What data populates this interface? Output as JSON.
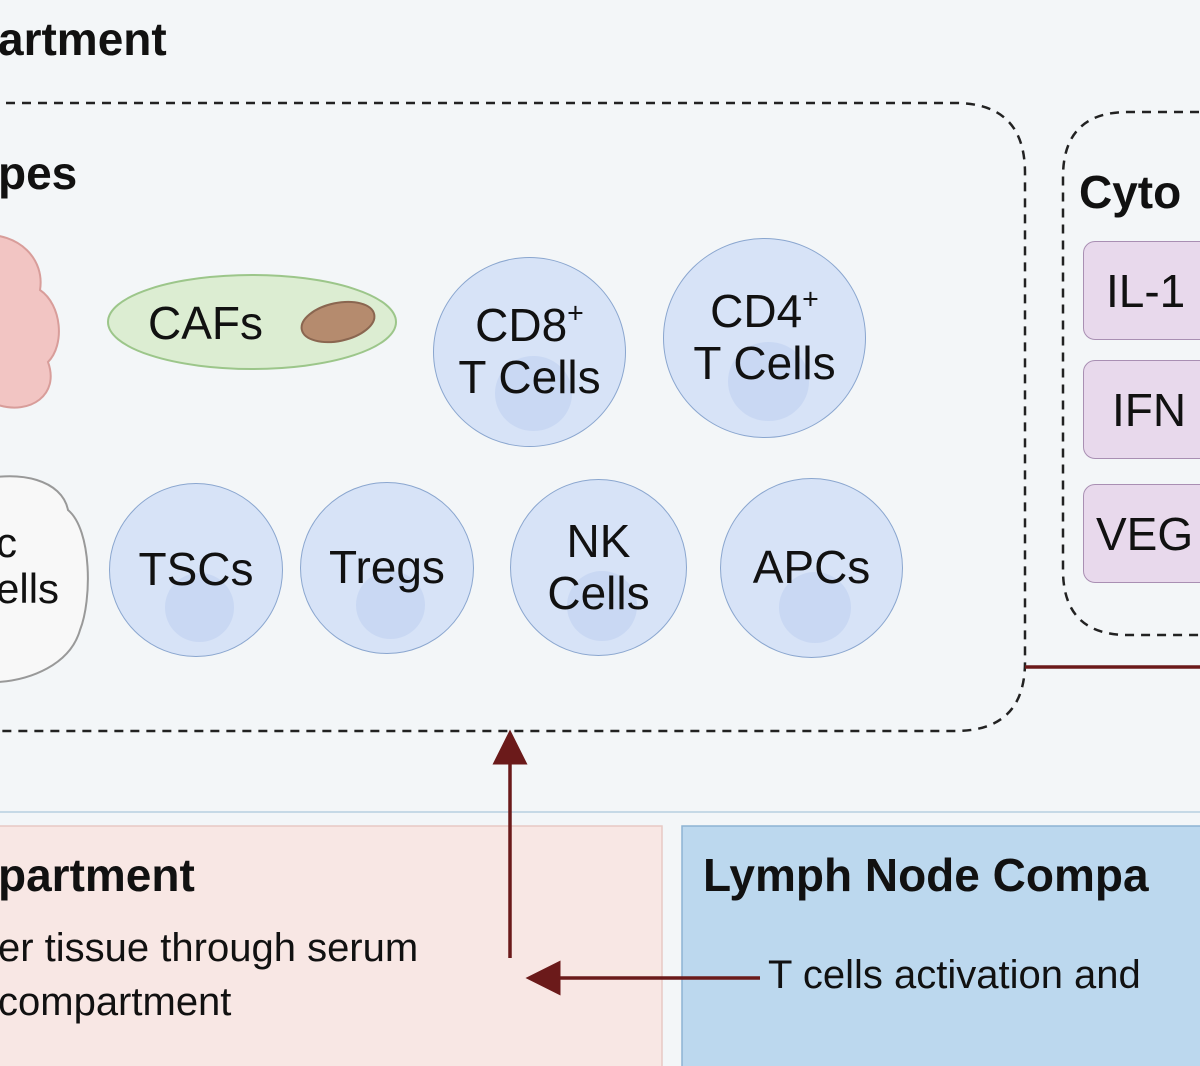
{
  "titles": {
    "top_compartment": "artment",
    "cell_types": "pes",
    "cytokines": "Cyto",
    "left_compartment": "partment",
    "lymph_compartment": "Lymph Node Compa"
  },
  "cells": {
    "cafs": "CAFs",
    "cd8_main": "CD8",
    "cd8_sup": "+",
    "cd8_sub": "T Cells",
    "cd4_main": "CD4",
    "cd4_sup": "+",
    "cd4_sub": "T Cells",
    "other_line1": "c",
    "other_line2": "ells",
    "tscs": "TSCs",
    "tregs": "Tregs",
    "nk_line1": "NK",
    "nk_line2": "Cells",
    "apcs": "APCs"
  },
  "cytokines": [
    "IL-1",
    "IFN",
    "VEG"
  ],
  "texts": {
    "left_line1": "er tissue through serum",
    "left_line2": "compartment",
    "lymph_line1": "T cells activation and"
  },
  "colors": {
    "background": "#f3f6f8",
    "cell_circle": "#d7e3f7",
    "tumor": "#f2c5c3",
    "caf_ellipse": "#dcedd2",
    "caf_nucleus": "#b58b6e",
    "cytokine_box": "#e8d9ec",
    "left_compartment": "#f8e7e4",
    "lymph_compartment": "#bcd8ee",
    "arrow": "#6b1a1a"
  }
}
